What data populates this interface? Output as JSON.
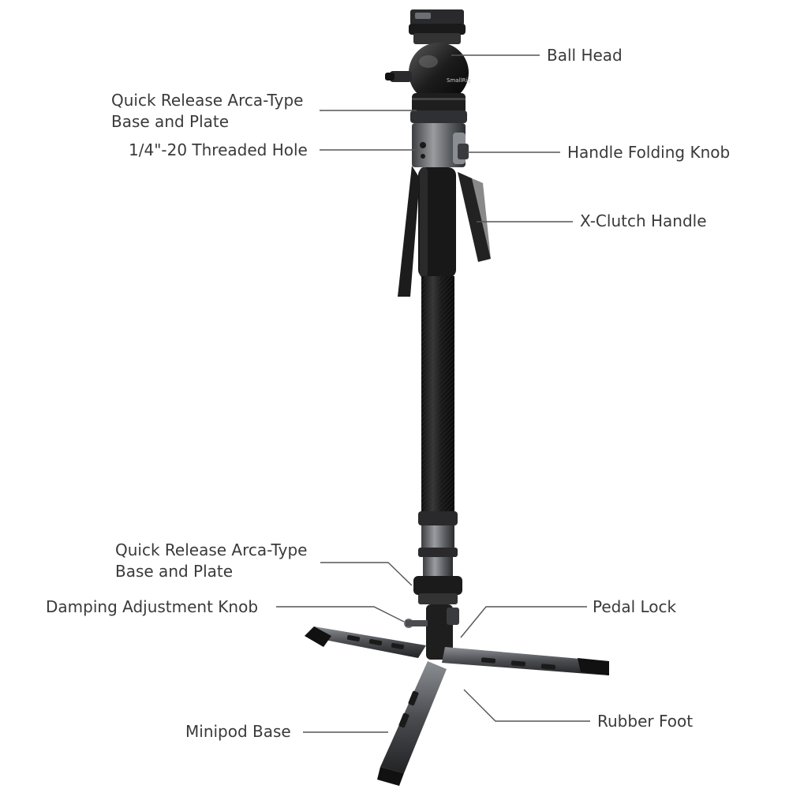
{
  "colors": {
    "label_text": "#3a3a3a",
    "leader_line": "#555555",
    "carbon": "#1b1b1b",
    "metal": "#6b6e72",
    "dark_metal": "#2a2a2c"
  },
  "product": {
    "brand_mark": "SmallRig"
  },
  "callouts": {
    "ball_head": "Ball Head",
    "qr_top_line1": "Quick Release Arca-Type",
    "qr_top_line2": "Base and Plate",
    "threaded_hole": "1/4\"-20 Threaded Hole",
    "handle_folding_knob": "Handle Folding Knob",
    "x_clutch_handle": "X-Clutch Handle",
    "qr_bottom_line1": "Quick Release Arca-Type",
    "qr_bottom_line2": "Base and Plate",
    "damping_knob": "Damping Adjustment Knob",
    "pedal_lock": "Pedal Lock",
    "minipod_base": "Minipod Base",
    "rubber_foot": "Rubber Foot"
  }
}
